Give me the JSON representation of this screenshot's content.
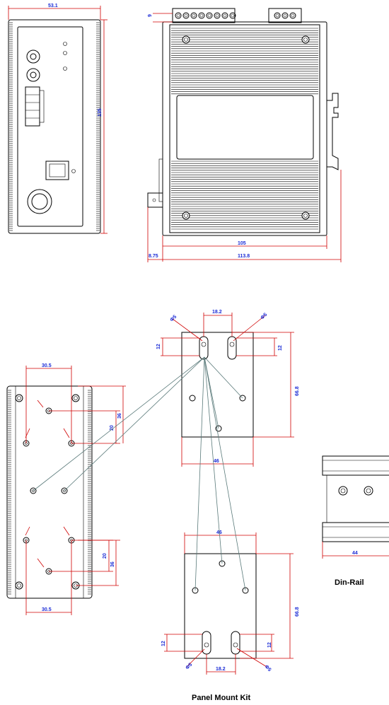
{
  "dimensions": {
    "front_width": "53.1",
    "front_height": "135",
    "top_terminal": "9",
    "side_width": "105",
    "side_total": "113.8",
    "side_offset": "8.75",
    "plate_w1": "30.5",
    "plate_h1": "20",
    "plate_h2": "36",
    "plate_h3": "20",
    "plate_h4": "36",
    "plate_w2": "30.5",
    "kit_top_gap": "18.2",
    "kit_top_h_left": "12",
    "kit_top_h_right": "12",
    "kit_top_height": "66.8",
    "kit_top_width": "46",
    "kit_hole_left": "Φ5",
    "kit_hole_right": "Φ5",
    "kit_bot_width": "46",
    "kit_bot_height": "66.8",
    "kit_bot_h_left": "12",
    "kit_bot_h_right": "12",
    "kit_bot_gap": "18.2",
    "kit_bot_hole_left": "Φ5",
    "kit_bot_hole_right": "Φ5",
    "din_width": "44"
  },
  "captions": {
    "din_rail": "Din-Rail",
    "panel_mount": "Panel Mount Kit"
  },
  "colors": {
    "dimension_line": "#d00000",
    "dimension_text": "#1a2bd6",
    "outline": "#000000",
    "leader": "#5a7a7a"
  }
}
